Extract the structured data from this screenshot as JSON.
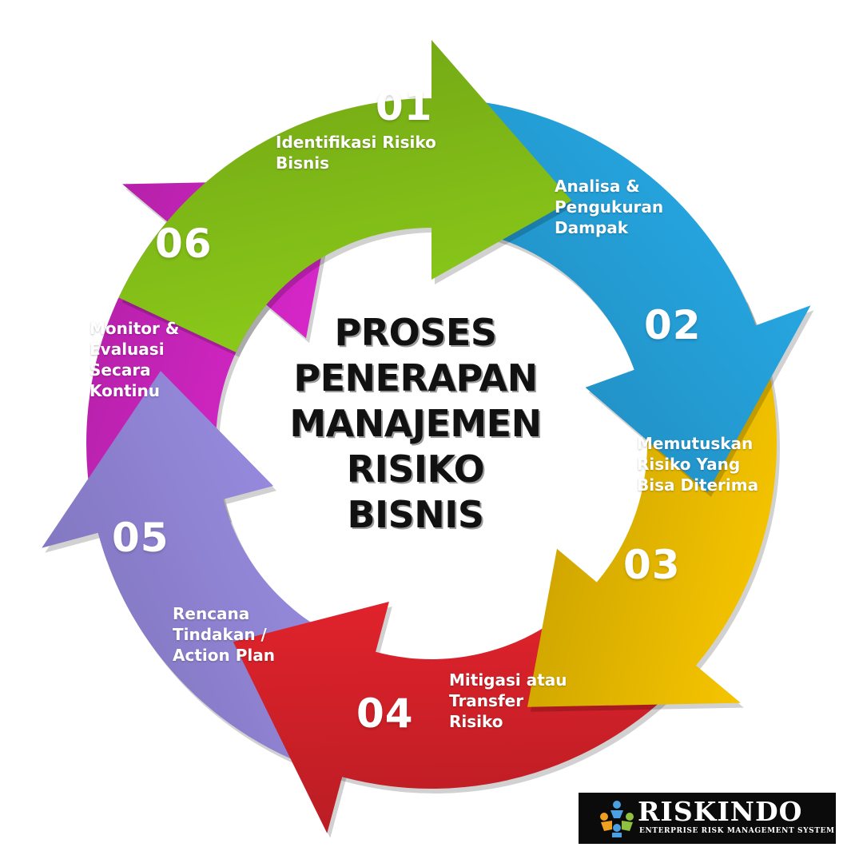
{
  "title_lines": [
    "PROSES",
    "PENERAPAN",
    "MANAJEMEN",
    "RISIKO",
    "BISNIS"
  ],
  "steps": [
    {
      "number": "01",
      "label_lines": [
        "Identifikasi Risiko",
        "Bisnis"
      ],
      "color": "#8ccc1a"
    },
    {
      "number": "02",
      "label_lines": [
        "Analisa &",
        "Pengukuran",
        "Dampak"
      ],
      "color": "#27aae6"
    },
    {
      "number": "03",
      "label_lines": [
        "Memutuskan",
        "Risiko Yang",
        "Bisa Diterima"
      ],
      "color": "#f5c400"
    },
    {
      "number": "04",
      "label_lines": [
        "Mitigasi atau",
        "Transfer",
        "Risiko"
      ],
      "color": "#e3232c"
    },
    {
      "number": "05",
      "label_lines": [
        "Rencana",
        "Tindakan /",
        "Action Plan"
      ],
      "color": "#9c8fe6"
    },
    {
      "number": "06",
      "label_lines": [
        "Monitor &",
        "Evaluasi",
        "Secara",
        "Kontinu"
      ],
      "color": "#de28cf"
    }
  ],
  "logo": {
    "name": "RISKINDO",
    "tagline": "ENTERPRISE RISK MANAGEMENT SYSTEM",
    "icon": "people-circle-icon",
    "mark_colors": [
      "#4aa0e0",
      "#f0a020",
      "#90c040"
    ]
  }
}
